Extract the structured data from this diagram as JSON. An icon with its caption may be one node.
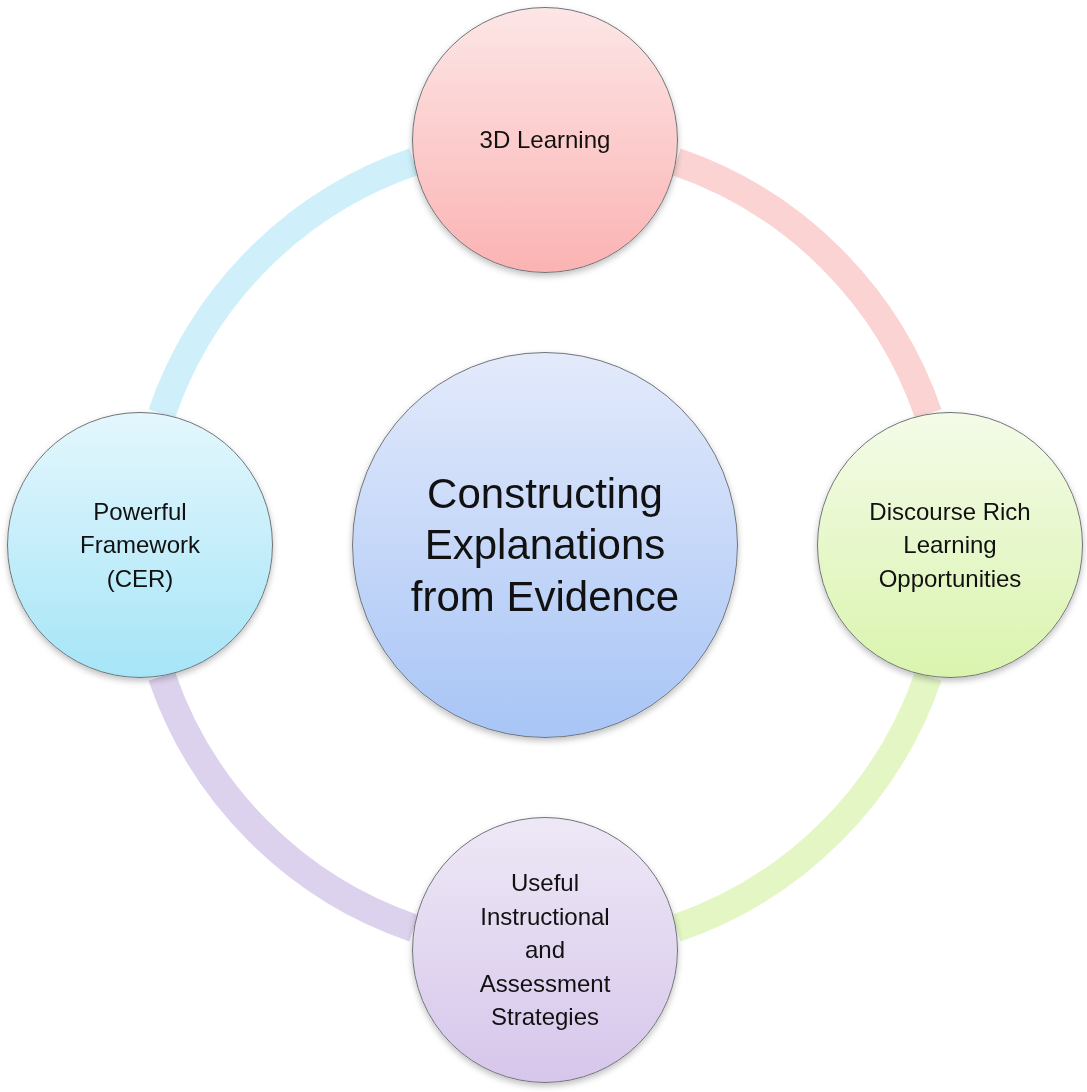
{
  "diagram": {
    "nodes": [
      {
        "text": [
          "3D Learning"
        ]
      },
      {
        "text": [
          "Powerful Framework (CER)"
        ]
      },
      {
        "text": [
          "Constructing Explanations from Evidence"
        ]
      },
      {
        "text": [
          "Discourse Rich Learning Opportunities"
        ]
      },
      {
        "text": [
          "Useful Instructional and Assessment Strategies"
        ]
      }
    ],
    "edges": [
      {
        "from": 0,
        "to": 3,
        "arrow": "none",
        "color": "#fcd3d3"
      },
      {
        "from": 3,
        "to": 4,
        "arrow": "none",
        "color": "#e3f6c4"
      },
      {
        "from": 4,
        "to": 1,
        "arrow": "none",
        "color": "#ddd2ee"
      },
      {
        "from": 1,
        "to": 0,
        "arrow": "none",
        "color": "#cff0fa"
      }
    ]
  }
}
